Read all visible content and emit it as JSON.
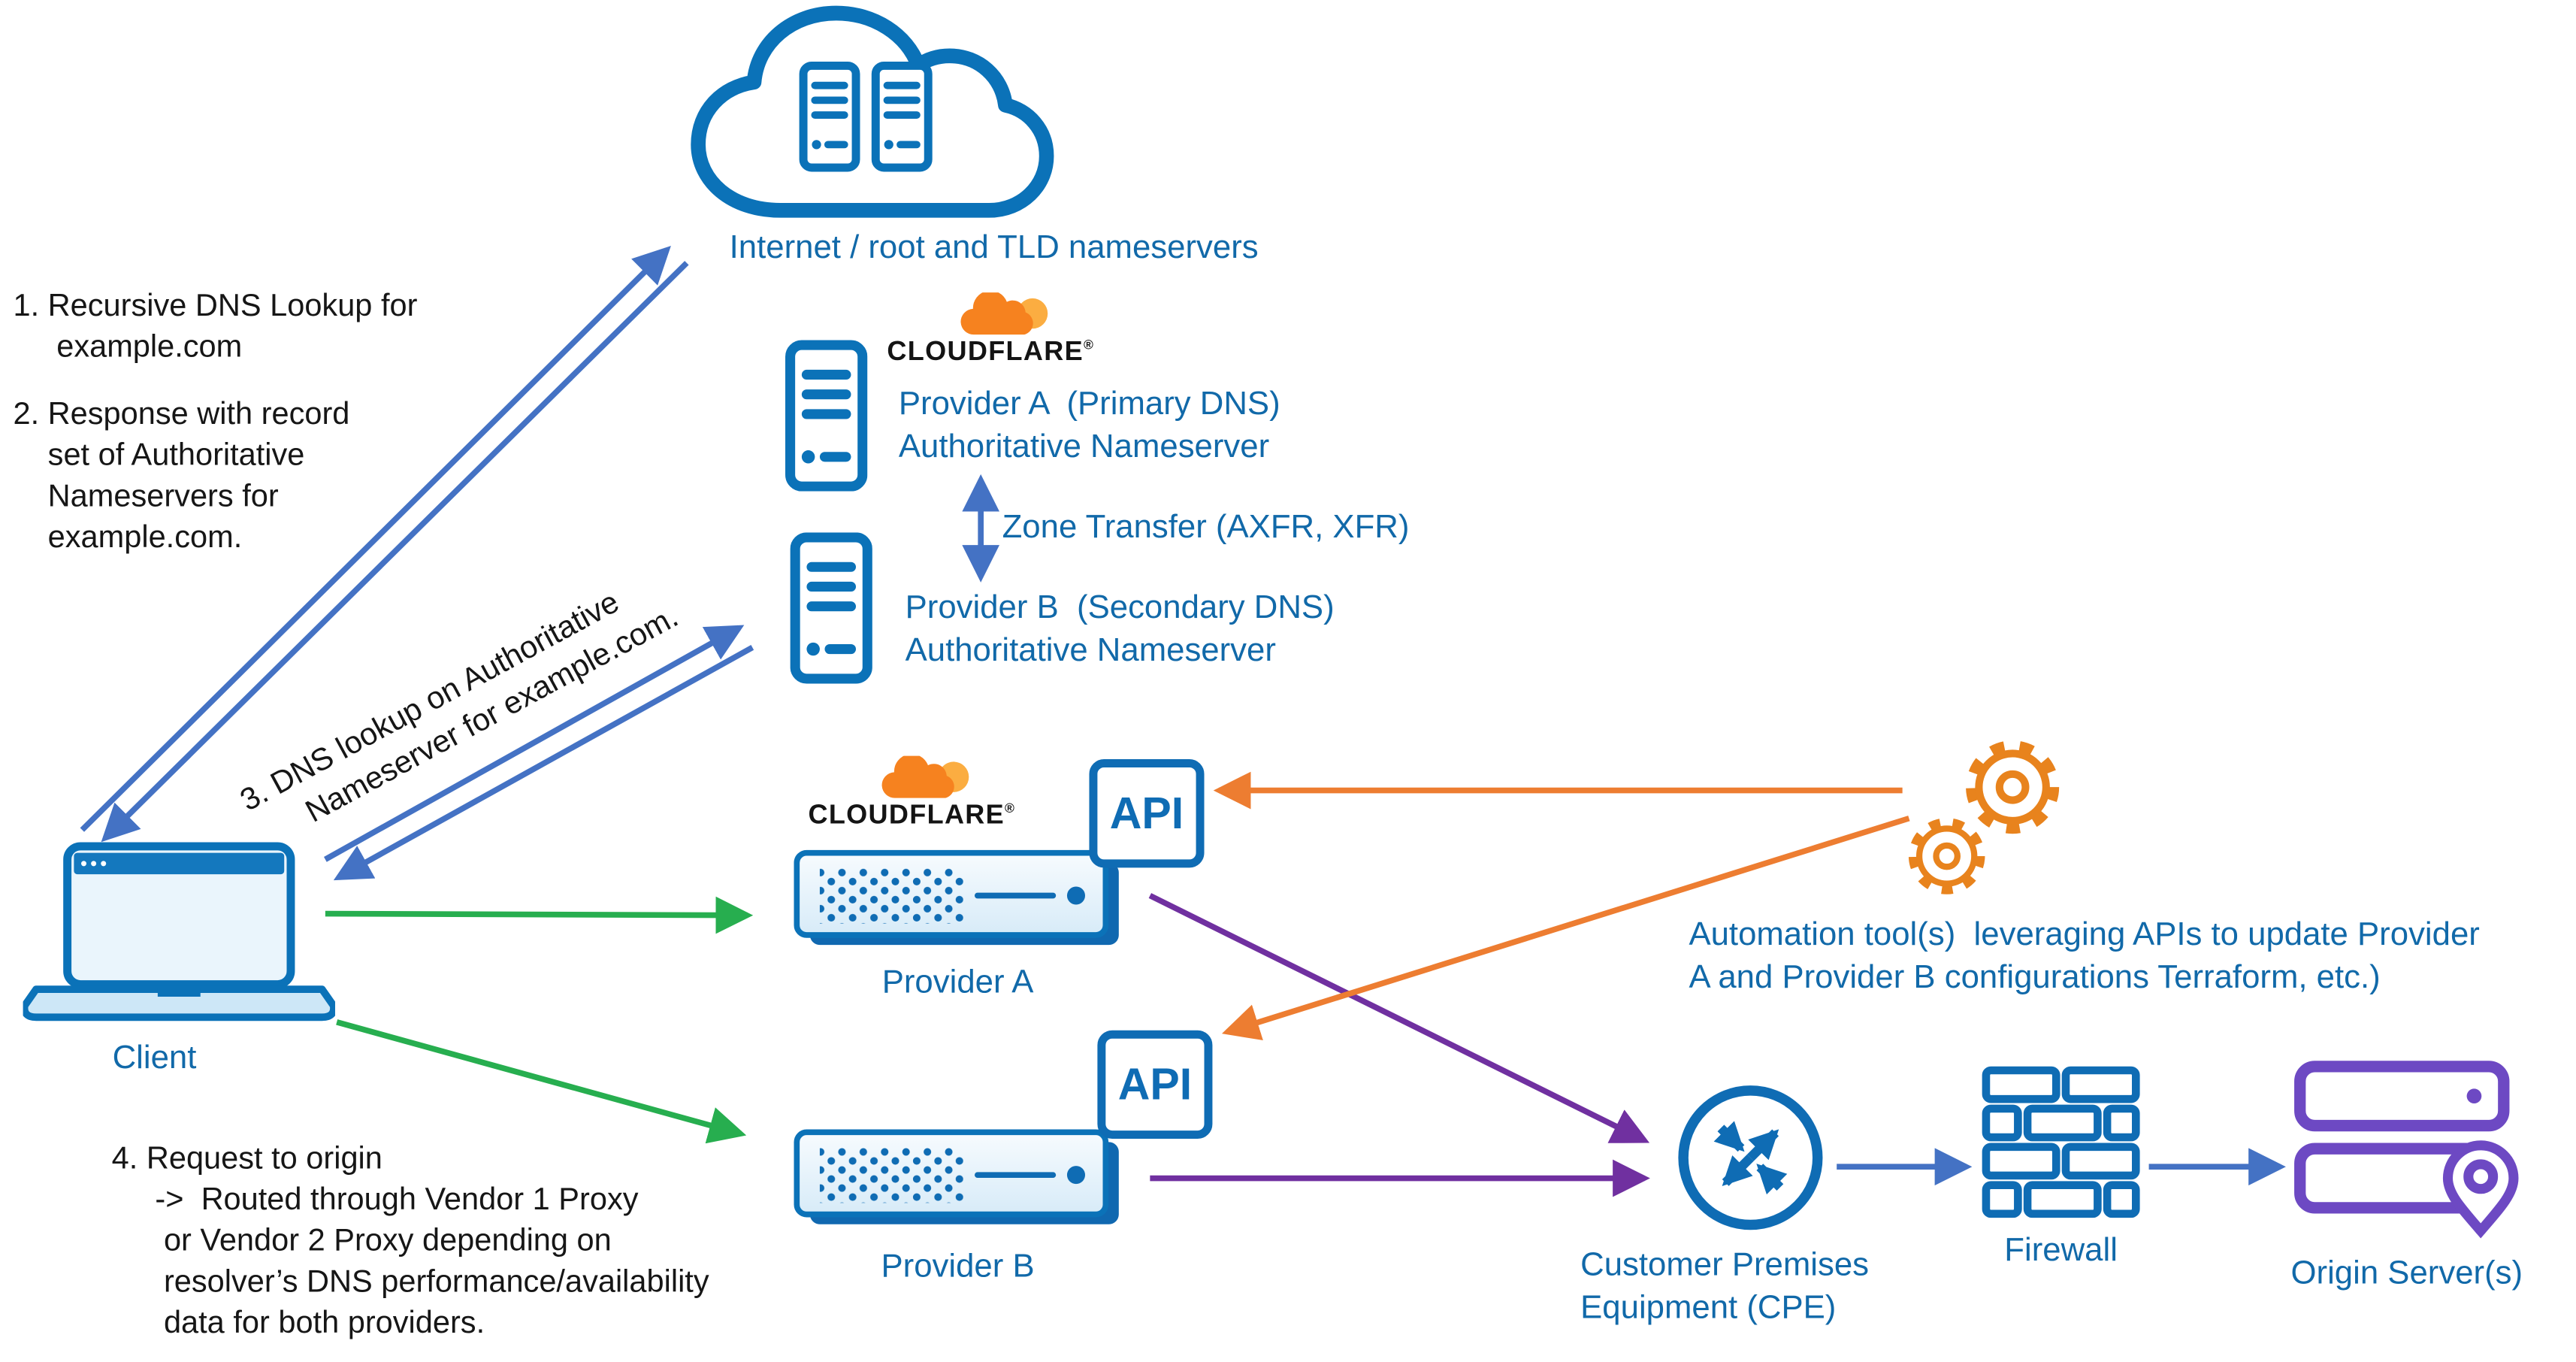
{
  "colors": {
    "icon_blue": "#0B72B8",
    "label_blue": "#1169A9",
    "arrow_blue": "#4472C4",
    "arrow_green": "#27AE4F",
    "arrow_purple": "#7030A0",
    "arrow_orange": "#ED7D31",
    "cloudflare_orange": "#F6821F",
    "cloudflare_orange_light": "#FBAD41",
    "origin_purple": "#6D49C3"
  },
  "cloud": {
    "label": "Internet / root and TLD nameservers"
  },
  "steps": {
    "step1": "1. Recursive DNS Lookup for\n     example.com",
    "step2": "2. Response with record\n    set of Authoritative\n    Nameservers for\n    example.com.",
    "step3": "3. DNS lookup on Authoritative\n      Nameserver for example.com.",
    "step4": "4. Request to origin\n     ->  Routed through Vendor 1 Proxy\n      or Vendor 2 Proxy depending on\n      resolver’s DNS performance/availability\n      data for both providers."
  },
  "cloudflare": {
    "wordmark": "CLOUDFLARE",
    "reg": "®"
  },
  "provider_a_ns": {
    "label": "Provider A  (Primary DNS)\nAuthoritative Nameserver"
  },
  "provider_b_ns": {
    "label": "Provider B  (Secondary DNS)\nAuthoritative Nameserver"
  },
  "zone_transfer": {
    "label": "Zone Transfer (AXFR, XFR)"
  },
  "client": {
    "label": "Client"
  },
  "proxy_a": {
    "label": "Provider A",
    "api": "API"
  },
  "proxy_b": {
    "label": "Provider B",
    "api": "API"
  },
  "automation": {
    "label": "Automation tool(s)  leveraging APIs to update Provider\nA and Provider B configurations Terraform, etc.)"
  },
  "cpe": {
    "label": "Customer Premises\nEquipment (CPE)"
  },
  "firewall": {
    "label": "Firewall"
  },
  "origin": {
    "label": "Origin Server(s)"
  }
}
